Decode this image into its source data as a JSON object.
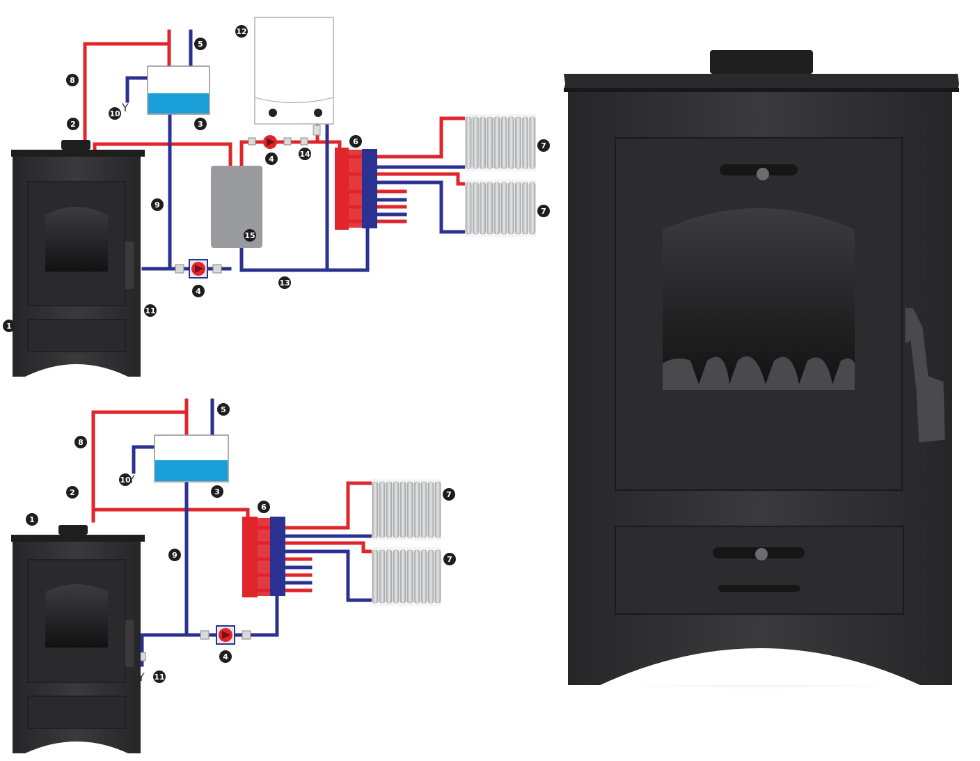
{
  "colors": {
    "hot": "#e0252b",
    "cold": "#2b3190",
    "water": "#1a9fd8",
    "stove": "#2d2d2f",
    "stove_dark": "#1c1c1d",
    "radiator": "#c9cacc",
    "accumulator": "#9a9b9e",
    "badge": "#1e1e1e"
  },
  "labels": {
    "n1": "1",
    "n2": "2",
    "n3": "3",
    "n4": "4",
    "n5": "5",
    "n6": "6",
    "n7": "7",
    "n8": "8",
    "n9": "9",
    "n10": "10",
    "n11": "11",
    "n12": "12",
    "n13": "13",
    "n14": "14",
    "n15": "15"
  },
  "icons": {
    "pump": "pump-icon",
    "valve": "valve-icon",
    "drain": "drain-y-icon"
  }
}
